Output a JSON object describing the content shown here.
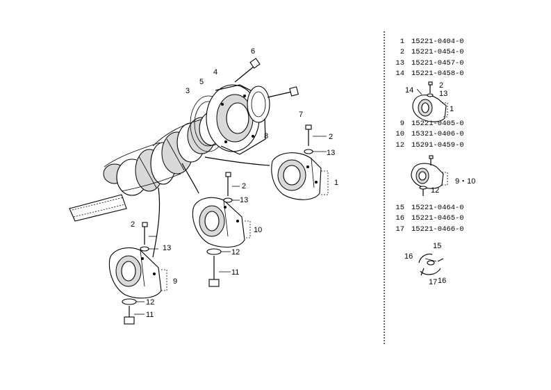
{
  "parts_list": {
    "group_a": [
      {
        "num": "1",
        "code": "15221-0404-0"
      },
      {
        "num": "2",
        "code": "15221-0454-0"
      },
      {
        "num": "13",
        "code": "15221-0457-0"
      },
      {
        "num": "14",
        "code": "15221-0458-0"
      }
    ],
    "group_b": [
      {
        "num": "9",
        "code": "15221-0405-0"
      },
      {
        "num": "10",
        "code": "15321-0406-0"
      },
      {
        "num": "12",
        "code": "15291-0459-0"
      }
    ],
    "group_c": [
      {
        "num": "15",
        "code": "15221-0464-0"
      },
      {
        "num": "16",
        "code": "15221-0465-0"
      },
      {
        "num": "17",
        "code": "15221-0466-0"
      }
    ]
  },
  "callouts": {
    "main": {
      "c1": "1",
      "c2a": "2",
      "c2b": "2",
      "c2c": "2",
      "c3": "3",
      "c4": "4",
      "c5": "5",
      "c6": "6",
      "c7": "7",
      "c8": "8",
      "c9": "9",
      "c10": "10",
      "c11a": "11",
      "c11b": "11",
      "c12a": "12",
      "c12b": "12",
      "c13a": "13",
      "c13b": "13",
      "c13c": "13"
    },
    "thumb_a": {
      "c14": "14",
      "c2": "2",
      "c13": "13",
      "c1": "1"
    },
    "thumb_b": {
      "c12": "12",
      "c910": "9・10"
    },
    "thumb_c": {
      "c15": "15",
      "c16a": "16",
      "c16b": "16",
      "c17": "17"
    }
  }
}
